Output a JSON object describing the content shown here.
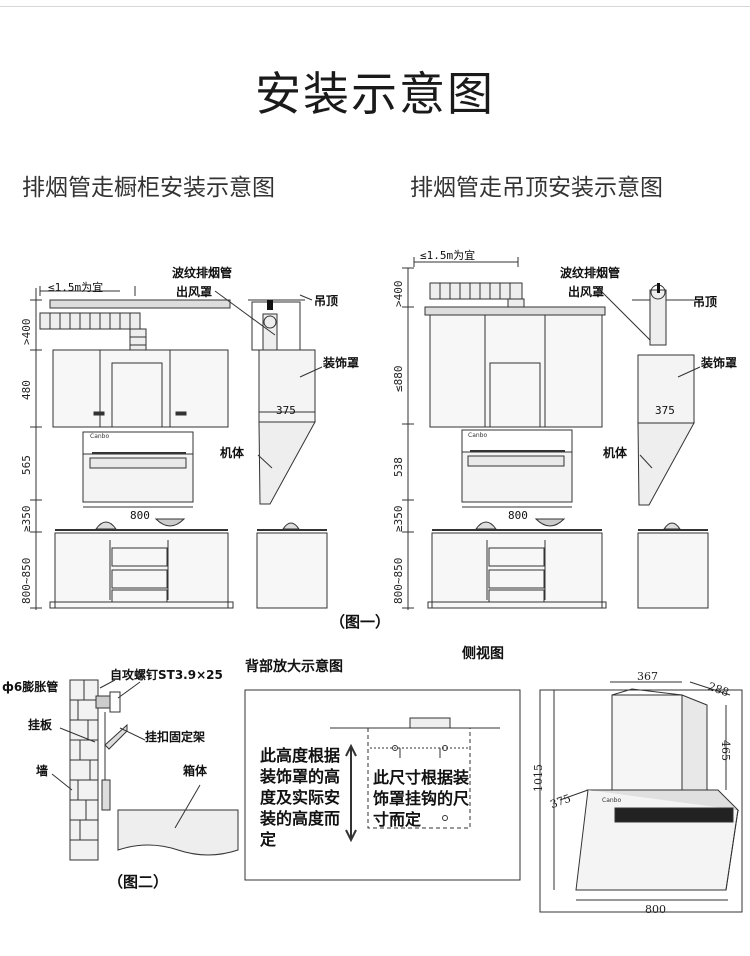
{
  "title": "安装示意图",
  "left_subtitle": "排烟管走橱柜安装示意图",
  "right_subtitle": "排烟管走吊顶安装示意图",
  "fig1": {
    "top_dim": "≤1.5m为宜",
    "pipe_label": "波纹排烟管",
    "outlet_label": "出风罩",
    "ceiling_label": "吊顶",
    "cover_label": "装饰罩",
    "body_label": "机体",
    "depth": "375",
    "width": "800",
    "left_v": [
      ">400",
      "480",
      "565",
      "≥350",
      "800~850"
    ],
    "right_v": [
      ">400",
      "≤880",
      "538",
      "≥350",
      "800~850"
    ],
    "caption": "（图一）"
  },
  "fig2": {
    "bolt_label": "ф6膨胀管",
    "screw_label": "自攻螺钉ST3.9×25",
    "plate_label": "挂板",
    "bracket_label": "挂扣固定架",
    "wall_label": "墙",
    "box_label": "箱体",
    "caption": "（图二）"
  },
  "back": {
    "title": "背部放大示意图",
    "left_text": "此高度根据装饰罩的高度及实际安装的高度而定",
    "right_text": "此尺寸根据装饰罩挂钩的尺寸而定"
  },
  "side": {
    "title": "侧视图",
    "d367": "367",
    "d288": "288",
    "d465": "465",
    "d1015": "1015",
    "d375": "375",
    "d800": "800"
  },
  "brand": "Canbo"
}
